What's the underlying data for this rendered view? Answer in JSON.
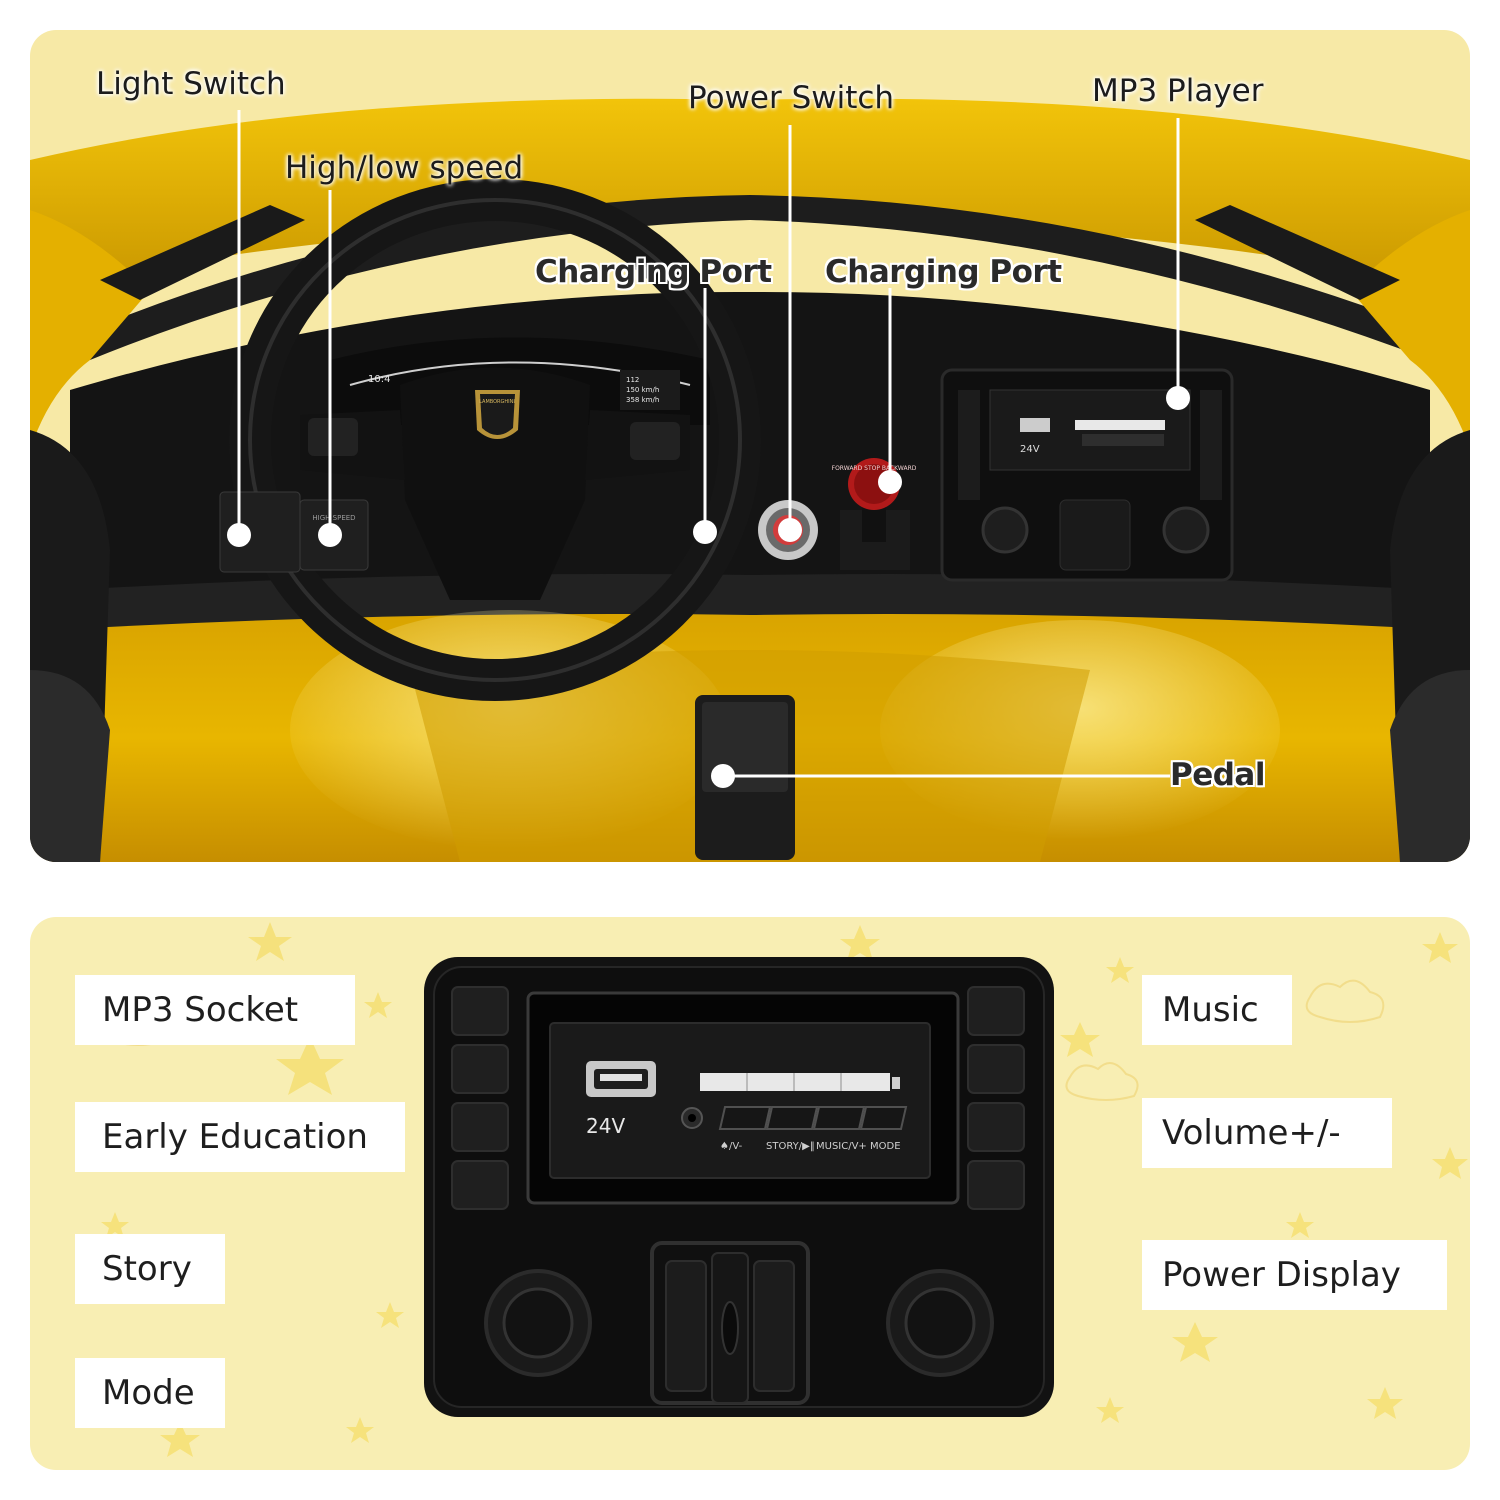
{
  "top_callouts": {
    "light_switch": "Light Switch",
    "high_low_speed": "High/low speed",
    "charging_port_left": "Charging Port",
    "power_switch": "Power Switch",
    "charging_port_right": "Charging Port",
    "mp3_player": "MP3 Player",
    "pedal": "Pedal"
  },
  "dashboard_labels": {
    "brand": "LAMBORGHINI",
    "voltage": "24V",
    "gear": "FORWARD STOP BACKWARD",
    "speed_switch": "HIGH SPEED"
  },
  "bottom_features": {
    "left": [
      "MP3 Socket",
      "Early Education",
      "Story",
      "Mode"
    ],
    "right": [
      "Music",
      "Volume+/-",
      "Power Display"
    ]
  },
  "mp3_panel": {
    "voltage": "24V",
    "buttons": [
      "♠/V-",
      "STORY/▶‖",
      "MUSIC/V+",
      "MODE"
    ]
  },
  "colors": {
    "car_body": "#e8b800",
    "dashboard": "#1a1a1a",
    "background_top": "#f7e9a6",
    "background_bottom": "#f8eeb3",
    "label_box": "#ffffff"
  }
}
